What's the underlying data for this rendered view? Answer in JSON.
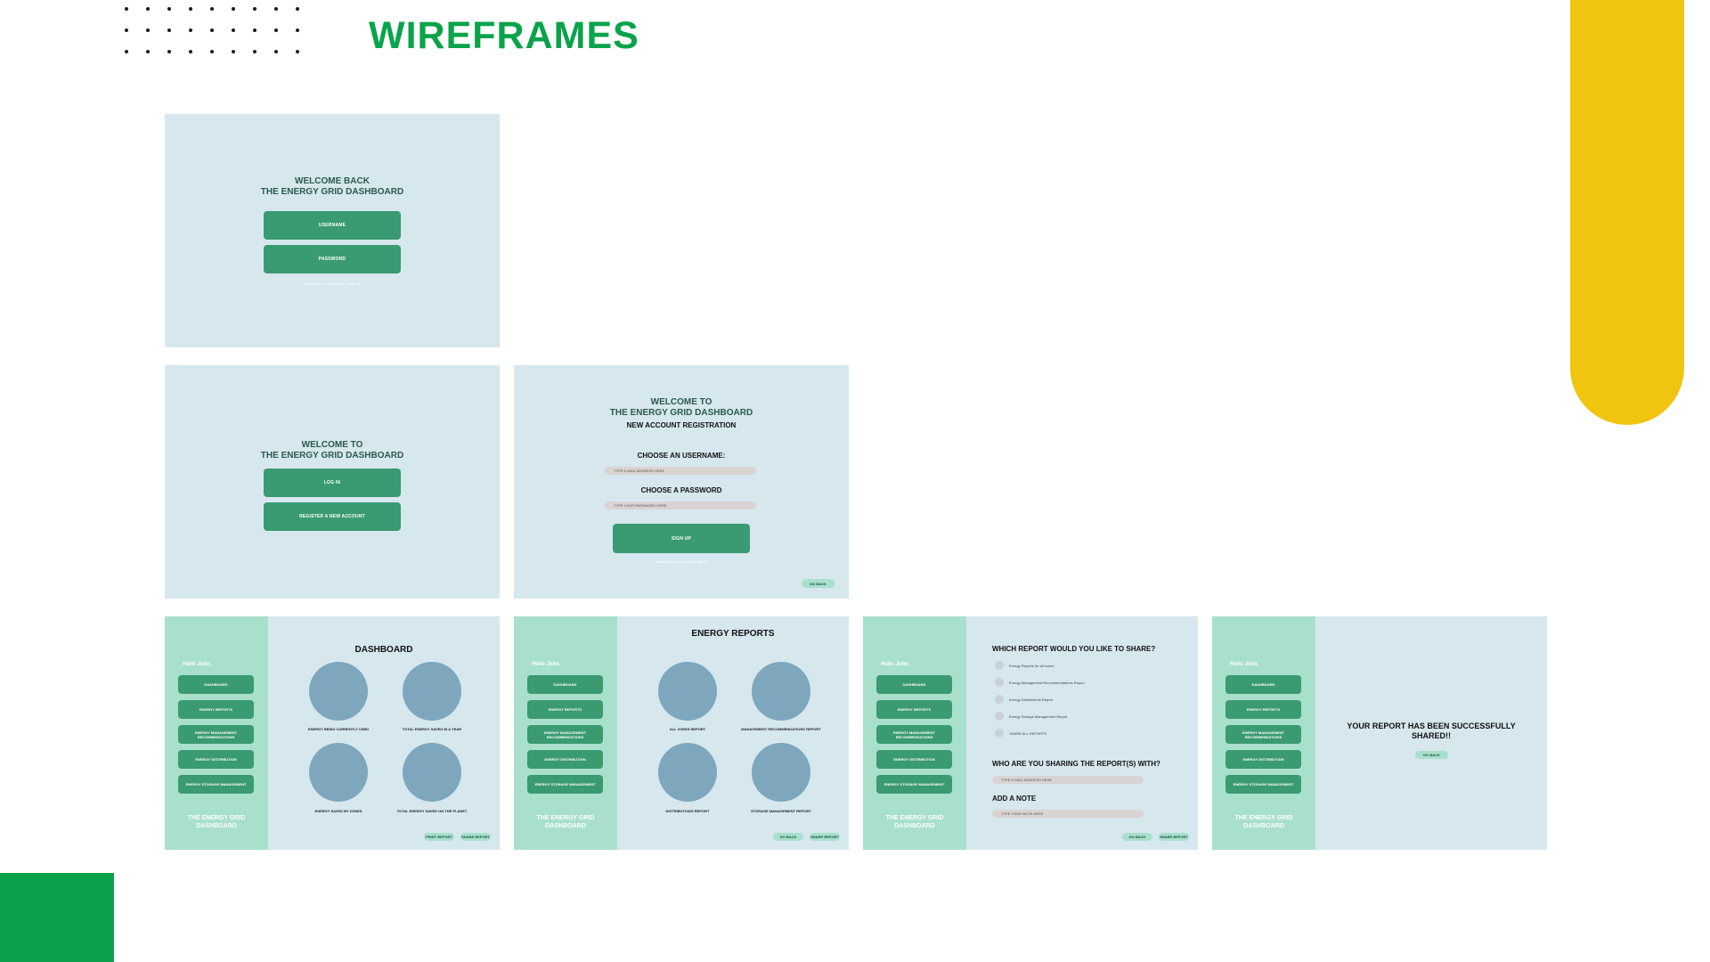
{
  "page": {
    "title": "WIREFRAMES"
  },
  "colors": {
    "brand_green": "#0aa34b",
    "accent_yellow": "#f0c40f",
    "frame_bg": "#d6e7ee",
    "button": "#3a9a72",
    "sidebar": "#a8e0cc",
    "circle": "#7ea7bd"
  },
  "login": {
    "heading_1": "WELCOME BACK",
    "heading_2": "THE ENERGY GRID DASHBOARD",
    "username_btn": "USERNAME",
    "password_btn": "PASSWORD",
    "note": "Don't have an account yet? Sign Up"
  },
  "welcome": {
    "heading_1": "WELCOME TO",
    "heading_2": "THE ENERGY GRID DASHBOARD",
    "login_btn": "LOG IN",
    "register_btn": "REGISTER A NEW ACCOUNT"
  },
  "register": {
    "heading_1": "WELCOME TO",
    "heading_2": "THE ENERGY GRID DASHBOARD",
    "subheading": "NEW ACCOUNT REGISTRATION",
    "username_label": "CHOOSE AN USERNAME:",
    "username_placeholder": "TYPE E-MAIL ADDRESS HERE",
    "password_label": "CHOOSE A PASSWORD",
    "password_placeholder": "TYPE YOUR PASSWORD HERE",
    "signup_btn": "SIGN UP",
    "note": "Already have an account? Sign In",
    "back_btn": "GO BACK"
  },
  "sidebar": {
    "greeting": "Hello John,",
    "items": [
      "DASHBOARD",
      "ENERGY REPORTS",
      "ENERGY MANAGEMENT RECOMMENDATIONS",
      "ENERGY DISTRIBUTION",
      "ENERGY STORAGE MANAGEMENT"
    ],
    "brand_1": "THE ENERGY GRID",
    "brand_2": "DASHBOARD"
  },
  "dashboard": {
    "title": "DASHBOARD",
    "circles": [
      "ENERGY BEING CURRENTLY USED",
      "TOTAL ENERGY SAVED IN A YEAR",
      "ENERGY SAVED BY ZONES",
      "TOTAL ENERGY SAVED ON THE PLANET"
    ],
    "print_btn": "PRINT REPORT",
    "share_btn": "SHARE REPORT"
  },
  "reports": {
    "title": "ENERGY REPORTS",
    "circles": [
      "ALL ZONES REPORT",
      "MANAGEMENT RECOMMENDATIONS REPORT",
      "DISTRIBUTIONS REPORT",
      "STORAGE MANAGEMENT REPORT"
    ],
    "back_btn": "GO BACK",
    "share_btn": "SHARE REPORT"
  },
  "share": {
    "question": "WHICH REPORT WOULD YOU LIKE TO SHARE?",
    "options": [
      "Energy Reports for all zones",
      "Energy Management Recommendations Report",
      "Energy Distributions Report",
      "Energy Storage Management Report",
      "SHARE ALL REPORTS"
    ],
    "recipient_label": "WHO ARE YOU SHARING THE REPORT(S) WITH?",
    "recipient_placeholder": "TYPE E-MAIL ADDRESS HERE",
    "note_label": "ADD A NOTE",
    "note_placeholder": "TYPE YOUR NOTE HERE",
    "back_btn": "GO BACK",
    "share_btn": "SHARE REPORT"
  },
  "shared": {
    "message_1": "YOUR REPORT HAS BEEN SUCCESSFULLY",
    "message_2": "SHARED!!",
    "back_btn": "GO BACK"
  }
}
